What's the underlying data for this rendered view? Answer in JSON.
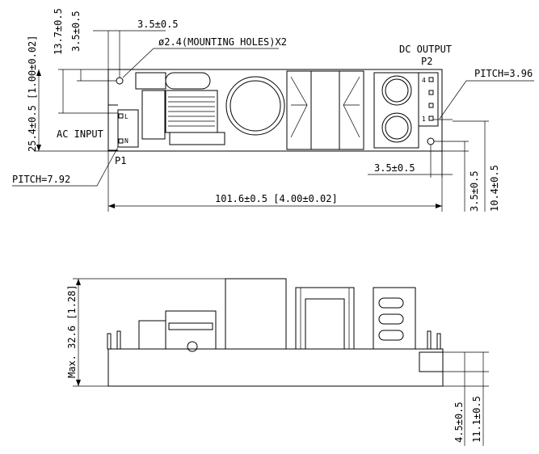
{
  "top_view": {
    "dim_13_7": "13.7±0.5",
    "dim_3_5_left": "3.5±0.5",
    "dim_3_5_top": "3.5±0.5",
    "mounting_holes": "ø2.4(MOUNTING HOLES)X2",
    "dim_25_4": "25.4±0.5 [1.00±0.02]",
    "dc_output": "DC OUTPUT",
    "p2": "P2",
    "pitch_p2": "PITCH=3.96",
    "ac_input": "AC INPUT",
    "p1": "P1",
    "pitch_p1": "PITCH=7.92",
    "pin_L": "L",
    "pin_N": "N",
    "p2_pin_4": "4",
    "p2_pin_1": "1",
    "dim_3_5_right": "3.5±0.5",
    "dim_3_5_vertical_right": "3.5±0.5",
    "dim_10_4": "10.4±0.5",
    "dim_length": "101.6±0.5 [4.00±0.02]"
  },
  "side_view": {
    "dim_height": "Max. 32.6 [1.28]",
    "dim_4_5": "4.5±0.5",
    "dim_11_1": "11.1±0.5"
  }
}
